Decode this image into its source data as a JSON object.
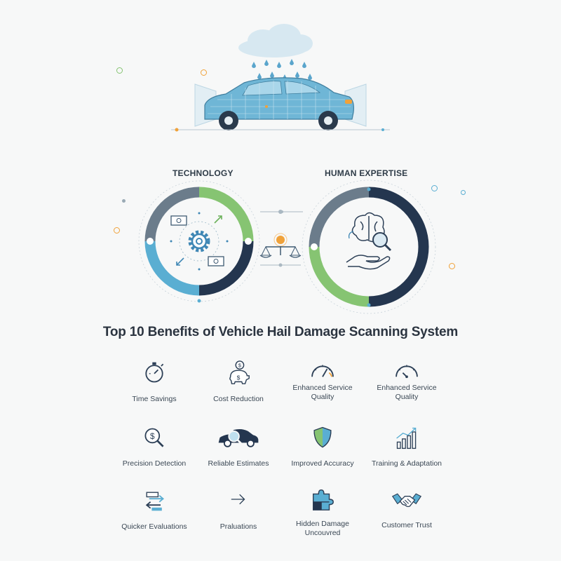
{
  "labels": {
    "technology": "TECHNOLOGY",
    "human_expertise": "HUMAN EXPERTISE"
  },
  "title": "Top 10 Benefits of Vehicle Hail Damage Scanning System",
  "benefits": [
    {
      "label": "Time Savings",
      "icon": "stopwatch-icon"
    },
    {
      "label": "Cost Reduction",
      "icon": "piggy-bank-icon"
    },
    {
      "label": "Enhanced Service Quality",
      "icon": "gauge-icon"
    },
    {
      "label": "Enhanced Service Quality",
      "icon": "gauge-icon"
    },
    {
      "label": "Precision Detection",
      "icon": "dollar-magnifier-icon"
    },
    {
      "label": "Reliable Estimates",
      "icon": "car-magnifier-icon"
    },
    {
      "label": "Improved Accuracy",
      "icon": "shield-icon"
    },
    {
      "label": "Training & Adaptation",
      "icon": "growth-chart-icon"
    },
    {
      "label": "Quicker Evaluations",
      "icon": "transfer-arrows-icon"
    },
    {
      "label": "Praluations",
      "icon": "arrow-right-icon"
    },
    {
      "label": "Hidden Damage Uncouvred",
      "icon": "puzzle-icon"
    },
    {
      "label": "Customer Trust",
      "icon": "handshake-icon"
    }
  ],
  "colors": {
    "navy": "#24364f",
    "slate": "#6b7c8b",
    "green": "#86c472",
    "blue": "#5aaed2",
    "orange": "#f0a23a",
    "car": "#6fb6d6"
  }
}
